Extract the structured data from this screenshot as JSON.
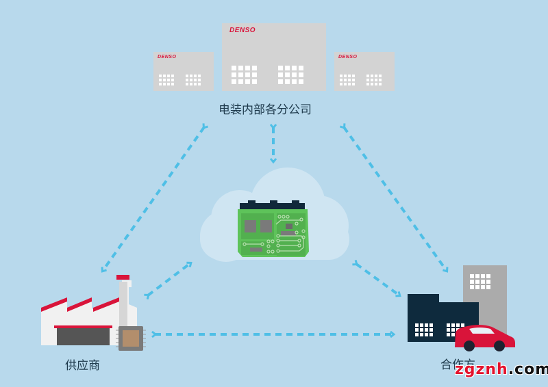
{
  "diagram": {
    "title_nodes": {
      "top": {
        "label": "电装内部各分公司",
        "logo_text": "DENSO"
      },
      "left": {
        "label": "供应商"
      },
      "right": {
        "label": "合作方"
      },
      "center": {
        "label": ""
      }
    },
    "connections": [
      {
        "from": "电装内部各分公司",
        "to": "供应商",
        "style": "dashed",
        "direction": "bidirectional"
      },
      {
        "from": "电装内部各分公司",
        "to": "合作方",
        "style": "dashed",
        "direction": "bidirectional"
      },
      {
        "from": "电装内部各分公司",
        "to": "cloud",
        "style": "dashed",
        "direction": "bidirectional"
      },
      {
        "from": "供应商",
        "to": "cloud",
        "style": "dashed",
        "direction": "bidirectional"
      },
      {
        "from": "合作方",
        "to": "cloud",
        "style": "dashed",
        "direction": "bidirectional"
      },
      {
        "from": "供应商",
        "to": "合作方",
        "style": "dashed",
        "direction": "bidirectional"
      }
    ],
    "icons": {
      "top": "office-buildings-icon",
      "center": "cloud-circuit-board-icon",
      "left": "factory-with-chip-icon",
      "right": "buildings-with-car-icon"
    }
  },
  "watermark": {
    "part1": "zgznh",
    "part2": ".com"
  },
  "colors": {
    "background": "#b8d9ec",
    "arrow": "#4fbfe6",
    "brand_red": "#d9143a",
    "building_gray": "#d3d3d3",
    "pcb_green": "#5ec35a",
    "dark_navy": "#0e2a3d"
  }
}
